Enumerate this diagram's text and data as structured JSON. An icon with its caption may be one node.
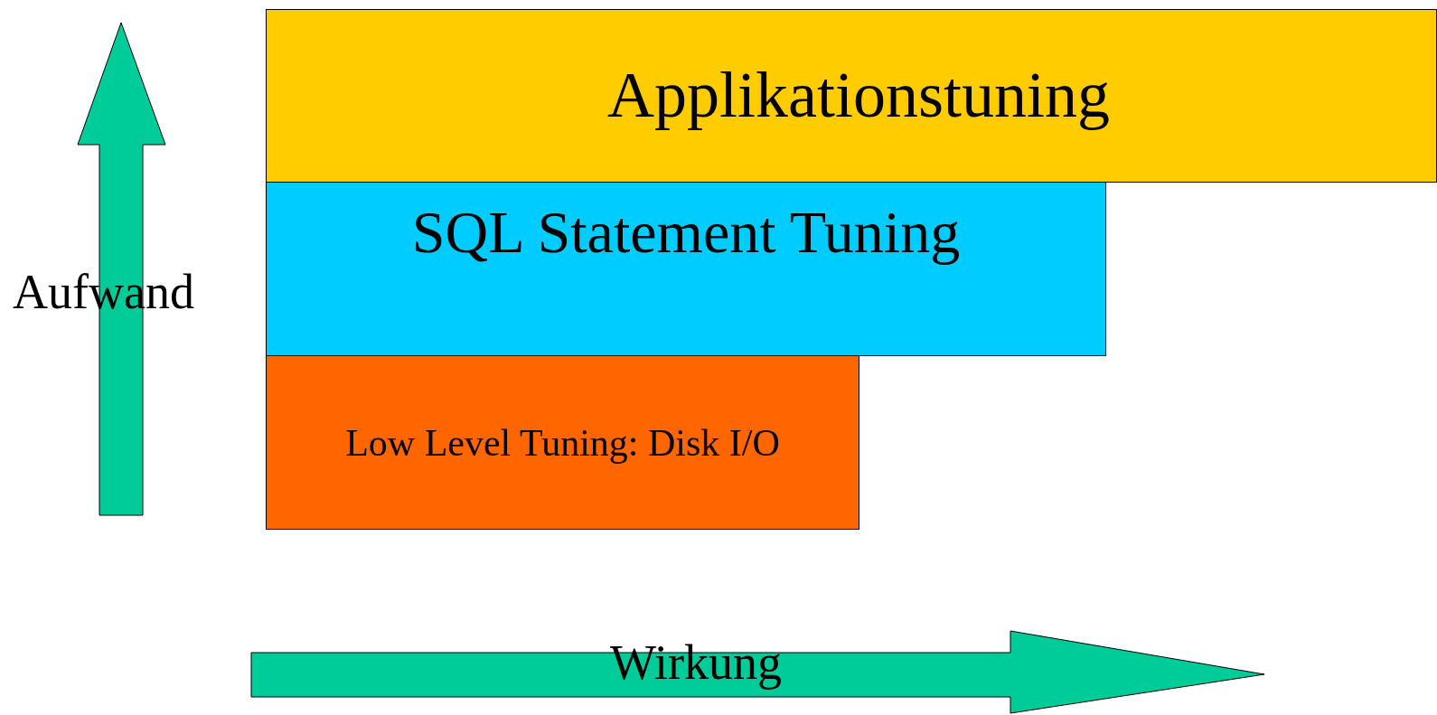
{
  "diagram": {
    "nodes": [
      {
        "text": [
          "Applikationstuning"
        ]
      },
      {
        "text": [
          "SQL Statement Tuning"
        ]
      },
      {
        "text": [
          "Low Level Tuning: Disk I/O"
        ]
      }
    ],
    "labels": [
      "Aufwand",
      "Wirkung"
    ]
  }
}
